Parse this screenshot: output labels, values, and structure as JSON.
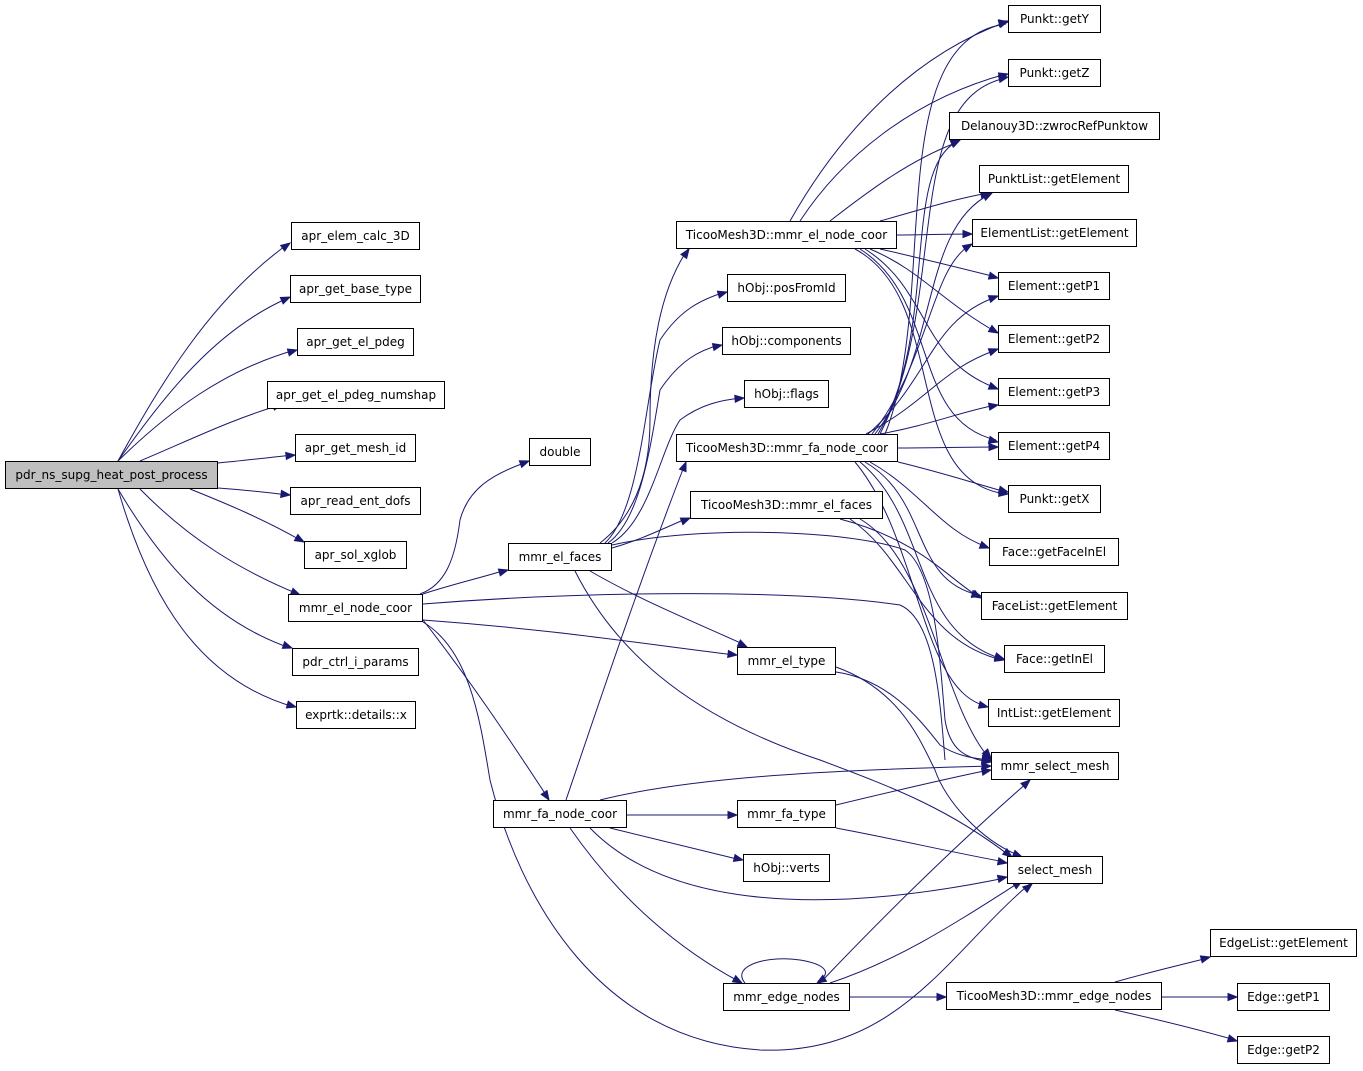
{
  "graph": {
    "root": "pdr_ns_supg_heat_post_process",
    "colors": {
      "edge": "#191970",
      "root_fill": "#bfbfbf",
      "node_fill": "#ffffff",
      "border": "#000000"
    },
    "nodes": {
      "root": "pdr_ns_supg_heat_post_process",
      "apr_elem_calc_3D": "apr_elem_calc_3D",
      "apr_get_base_type": "apr_get_base_type",
      "apr_get_el_pdeg": "apr_get_el_pdeg",
      "apr_get_el_pdeg_numshap": "apr_get_el_pdeg_numshap",
      "apr_get_mesh_id": "apr_get_mesh_id",
      "apr_read_ent_dofs": "apr_read_ent_dofs",
      "apr_sol_xglob": "apr_sol_xglob",
      "mmr_el_node_coor": "mmr_el_node_coor",
      "pdr_ctrl_i_params": "pdr_ctrl_i_params",
      "exprtk_x": "exprtk::details::x",
      "double": "double",
      "mmr_el_faces": "mmr_el_faces",
      "mmr_fa_node_coor": "mmr_fa_node_coor",
      "tm_el_node_coor": "TicooMesh3D::mmr_el_node_coor",
      "hobj_posfromid": "hObj::posFromId",
      "hobj_components": "hObj::components",
      "hobj_flags": "hObj::flags",
      "tm_fa_node_coor": "TicooMesh3D::mmr_fa_node_coor",
      "tm_el_faces": "TicooMesh3D::mmr_el_faces",
      "mmr_el_type": "mmr_el_type",
      "mmr_fa_type": "mmr_fa_type",
      "hobj_verts": "hObj::verts",
      "mmr_edge_nodes": "mmr_edge_nodes",
      "tm_edge_nodes": "TicooMesh3D::mmr_edge_nodes",
      "punkt_gety": "Punkt::getY",
      "punkt_getz": "Punkt::getZ",
      "delanouy": "Delanouy3D::zwrocRefPunktow",
      "punktlist_get": "PunktList::getElement",
      "elementlist_get": "ElementList::getElement",
      "element_getp1": "Element::getP1",
      "element_getp2": "Element::getP2",
      "element_getp3": "Element::getP3",
      "element_getp4": "Element::getP4",
      "punkt_getx": "Punkt::getX",
      "face_getfaceinel": "Face::getFaceInEl",
      "facelist_get": "FaceList::getElement",
      "face_getinel": "Face::getInEl",
      "intlist_get": "IntList::getElement",
      "mmr_select_mesh": "mmr_select_mesh",
      "select_mesh": "select_mesh",
      "edgelist_get": "EdgeList::getElement",
      "edge_getp1": "Edge::getP1",
      "edge_getp2": "Edge::getP2"
    }
  }
}
